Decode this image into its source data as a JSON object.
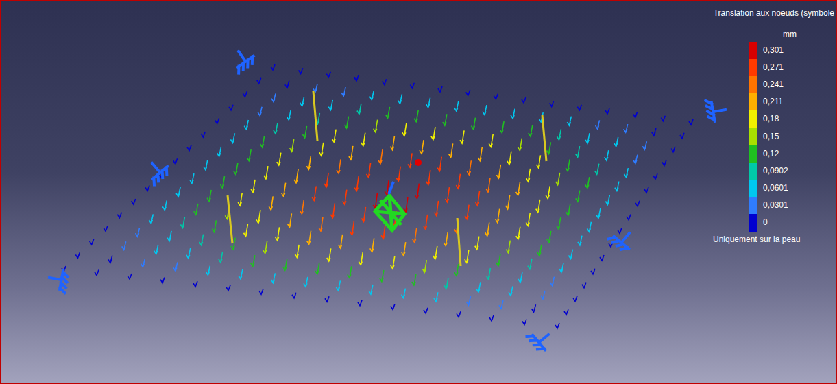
{
  "diagram": {
    "title": "Translation aux noeuds (symbole",
    "labels": [
      "mm",
      "Uniquement sur la peau"
    ],
    "legend": [
      {
        "text": "0,301",
        "color": "#d80000"
      },
      {
        "text": "0,271",
        "color": "#ff3a00"
      },
      {
        "text": "0,241",
        "color": "#ff7400"
      },
      {
        "text": "0,211",
        "color": "#ffb000"
      },
      {
        "text": "0,18",
        "color": "#f0f000"
      },
      {
        "text": "0,15",
        "color": "#a8e000"
      },
      {
        "text": "0,12",
        "color": "#20c020"
      },
      {
        "text": "0,0902",
        "color": "#00c8a8"
      },
      {
        "text": "0,0601",
        "color": "#00c8f0"
      },
      {
        "text": "0,0301",
        "color": "#2f7cff"
      },
      {
        "text": "0",
        "color": "#0000d0"
      }
    ]
  }
}
